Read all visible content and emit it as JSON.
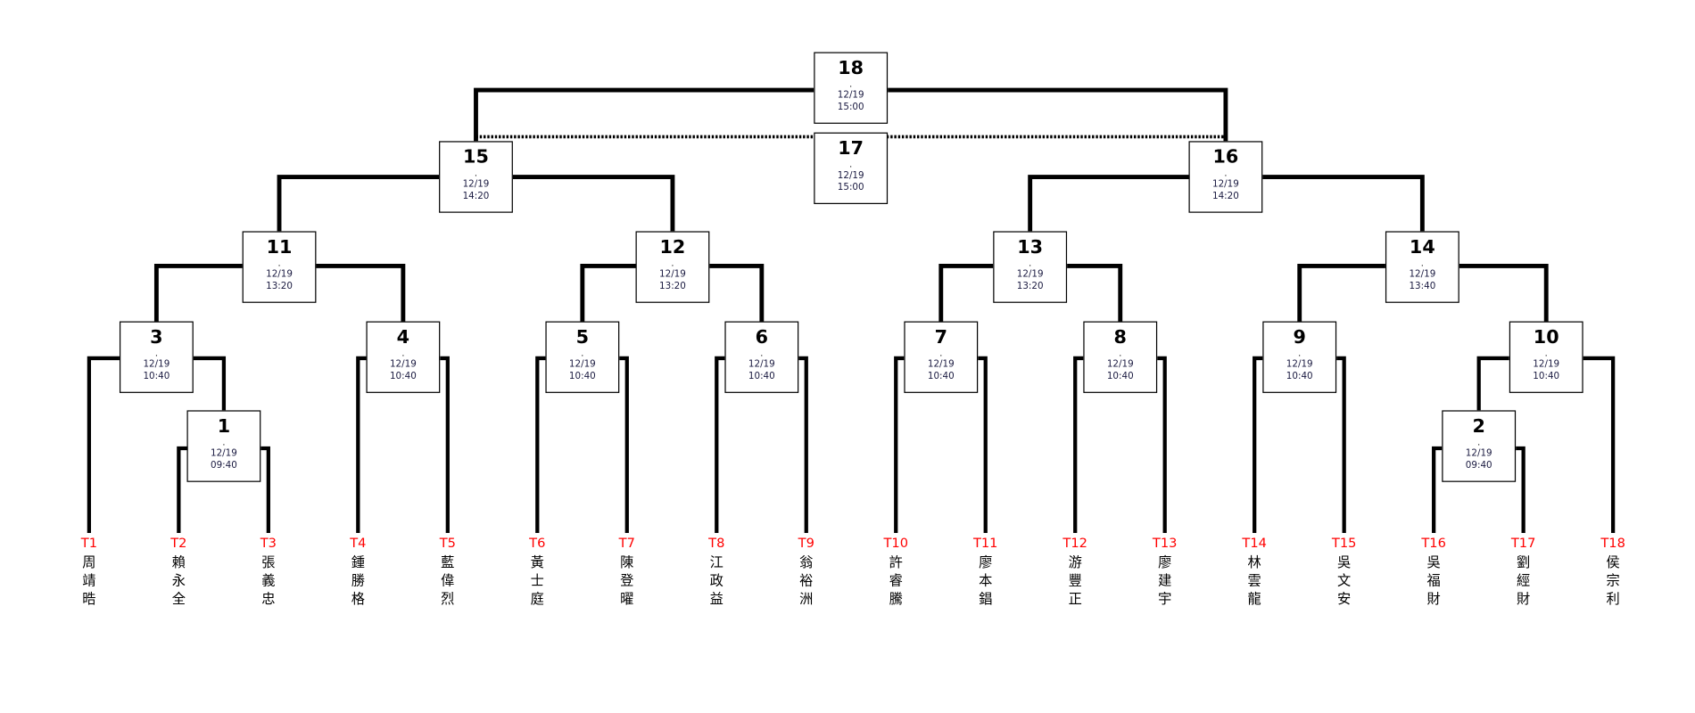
{
  "matches": [
    {
      "id": "1",
      "date": "12/19",
      "time": "09:40"
    },
    {
      "id": "2",
      "date": "12/19",
      "time": "09:40"
    },
    {
      "id": "3",
      "date": "12/19",
      "time": "10:40"
    },
    {
      "id": "4",
      "date": "12/19",
      "time": "10:40"
    },
    {
      "id": "5",
      "date": "12/19",
      "time": "10:40"
    },
    {
      "id": "6",
      "date": "12/19",
      "time": "10:40"
    },
    {
      "id": "7",
      "date": "12/19",
      "time": "10:40"
    },
    {
      "id": "8",
      "date": "12/19",
      "time": "10:40"
    },
    {
      "id": "9",
      "date": "12/19",
      "time": "10:40"
    },
    {
      "id": "10",
      "date": "12/19",
      "time": "10:40"
    },
    {
      "id": "11",
      "date": "12/19",
      "time": "13:20"
    },
    {
      "id": "12",
      "date": "12/19",
      "time": "13:20"
    },
    {
      "id": "13",
      "date": "12/19",
      "time": "13:20"
    },
    {
      "id": "14",
      "date": "12/19",
      "time": "13:40"
    },
    {
      "id": "15",
      "date": "12/19",
      "time": "14:20"
    },
    {
      "id": "16",
      "date": "12/19",
      "time": "14:20"
    },
    {
      "id": "17",
      "date": "12/19",
      "time": "15:00"
    },
    {
      "id": "18",
      "date": "12/19",
      "time": "15:00"
    }
  ],
  "match_separator": ".",
  "teams": [
    {
      "seed": "T1",
      "name": "周靖晧"
    },
    {
      "seed": "T2",
      "name": "賴永全"
    },
    {
      "seed": "T3",
      "name": "張義忠"
    },
    {
      "seed": "T4",
      "name": "鍾勝格"
    },
    {
      "seed": "T5",
      "name": "藍偉烈"
    },
    {
      "seed": "T6",
      "name": "黃士庭"
    },
    {
      "seed": "T7",
      "name": "陳登曜"
    },
    {
      "seed": "T8",
      "name": "江政益"
    },
    {
      "seed": "T9",
      "name": "翁裕洲"
    },
    {
      "seed": "T10",
      "name": "許睿騰"
    },
    {
      "seed": "T11",
      "name": "廖本錩"
    },
    {
      "seed": "T12",
      "name": "游豐正"
    },
    {
      "seed": "T13",
      "name": "廖建宇"
    },
    {
      "seed": "T14",
      "name": "林雲龍"
    },
    {
      "seed": "T15",
      "name": "吳文安"
    },
    {
      "seed": "T16",
      "name": "吳福財"
    },
    {
      "seed": "T17",
      "name": "劉經財"
    },
    {
      "seed": "T18",
      "name": "侯宗利"
    }
  ],
  "colors": {
    "seed": "#ff0000",
    "line": "#000000"
  }
}
